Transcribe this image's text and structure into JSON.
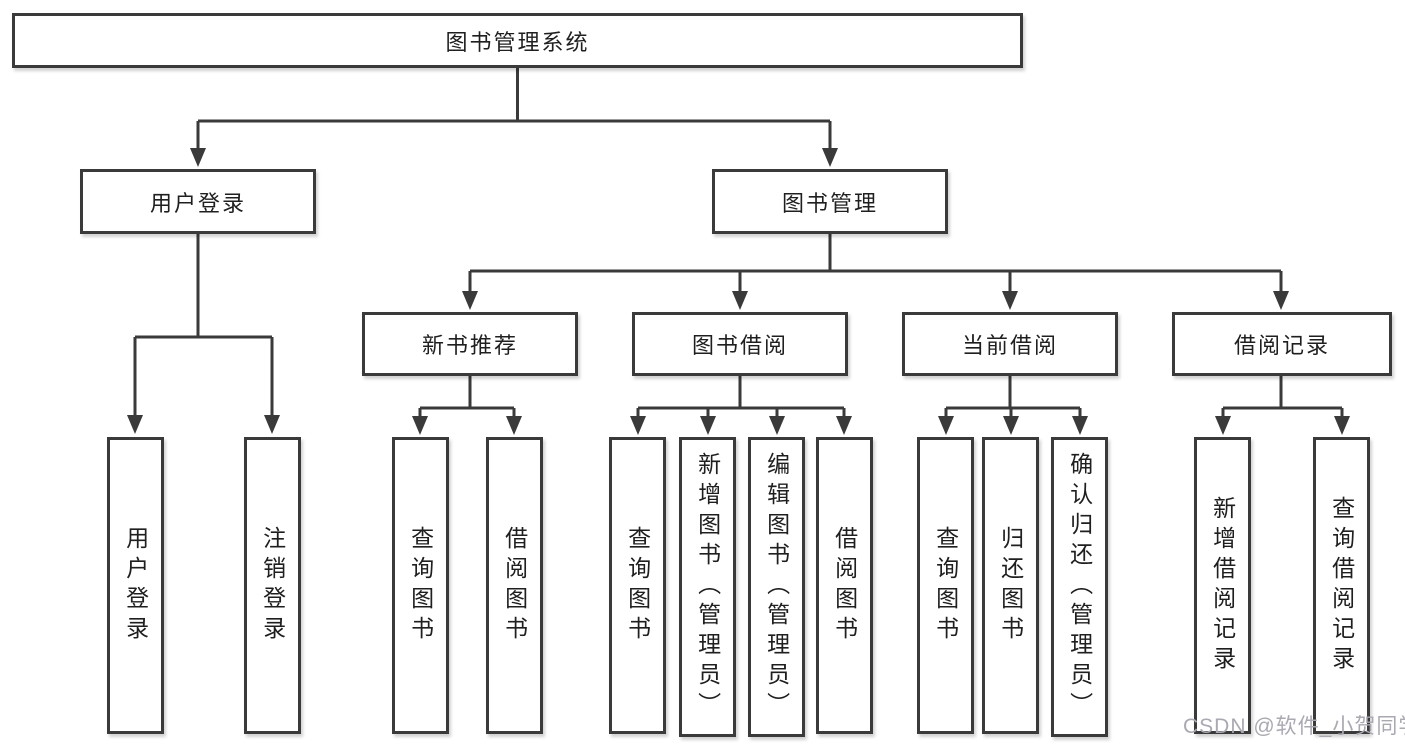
{
  "diagram": {
    "root": {
      "label": "图书管理系统"
    },
    "branches": [
      {
        "label": "用户登录",
        "children": [
          "用户登录",
          "注销登录"
        ]
      },
      {
        "label": "图书管理",
        "children": [
          {
            "label": "新书推荐",
            "children": [
              "查询图书",
              "借阅图书"
            ]
          },
          {
            "label": "图书借阅",
            "children": [
              "查询图书",
              "新增图书（管理员）",
              "编辑图书（管理员）",
              "借阅图书"
            ]
          },
          {
            "label": "当前借阅",
            "children": [
              "查询图书",
              "归还图书",
              "确认归还（管理员）"
            ]
          },
          {
            "label": "借阅记录",
            "children": [
              "新增借阅记录",
              "查询借阅记录"
            ]
          }
        ]
      }
    ],
    "watermark": "CSDN @软件_小贺同学"
  },
  "colors": {
    "line": "#3a3a3a",
    "border": "#3a3a3a",
    "text": "#1f1f1f",
    "background": "#ffffff",
    "watermark": "#a9a9b2"
  }
}
